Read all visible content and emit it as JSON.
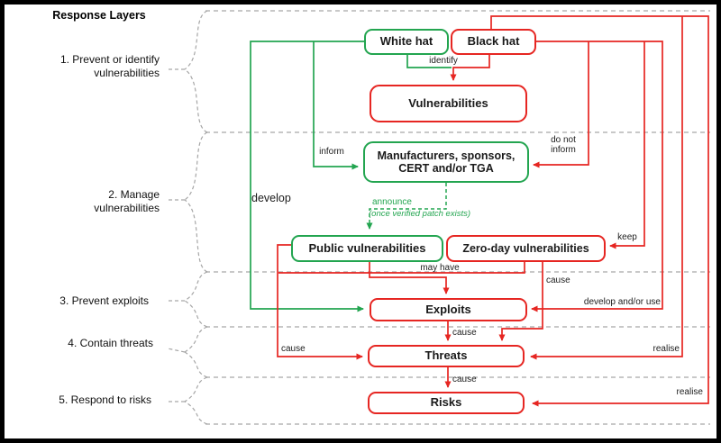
{
  "title": "Response Layers",
  "panel": {
    "layers": [
      {
        "line1": "1. Prevent or identify",
        "line2": "vulnerabilities"
      },
      {
        "line1": "2. Manage",
        "line2": "vulnerabilities"
      },
      {
        "line1": "3. Prevent exploits"
      },
      {
        "line1": "4. Contain threats"
      },
      {
        "line1": "5. Respond to risks"
      }
    ]
  },
  "nodes": {
    "white_hat": {
      "label": "White hat",
      "border": "#23a550"
    },
    "black_hat": {
      "label": "Black hat",
      "border": "#e62622"
    },
    "vulnerabilities": {
      "label": "Vulnerabilities",
      "border": "#e62622"
    },
    "manufacturers": {
      "line1": "Manufacturers, sponsors,",
      "line2": "CERT and/or TGA",
      "border": "#23a550"
    },
    "public_vulnerabilities": {
      "label": "Public vulnerabilities",
      "border": "#23a550"
    },
    "zero_day": {
      "label": "Zero-day vulnerabilities",
      "border": "#e62622"
    },
    "exploits": {
      "label": "Exploits",
      "border": "#e62622"
    },
    "threats": {
      "label": "Threats",
      "border": "#e62622"
    },
    "risks": {
      "label": "Risks",
      "border": "#e62622"
    }
  },
  "edge_labels": {
    "identify": "identify",
    "inform": "inform",
    "do_not_line1": "do not",
    "do_not_line2": "inform",
    "develop": "develop",
    "announce": "announce",
    "announce_note": "(once verified patch exists)",
    "keep": "keep",
    "may_have": "may have",
    "cause": "cause",
    "develop_and_or_use": "develop and/or use",
    "realise": "realise"
  },
  "colors": {
    "green": "#23a550",
    "red": "#e62622",
    "grey_dashed": "#a6a6a6",
    "text": "#1a1a1a"
  }
}
